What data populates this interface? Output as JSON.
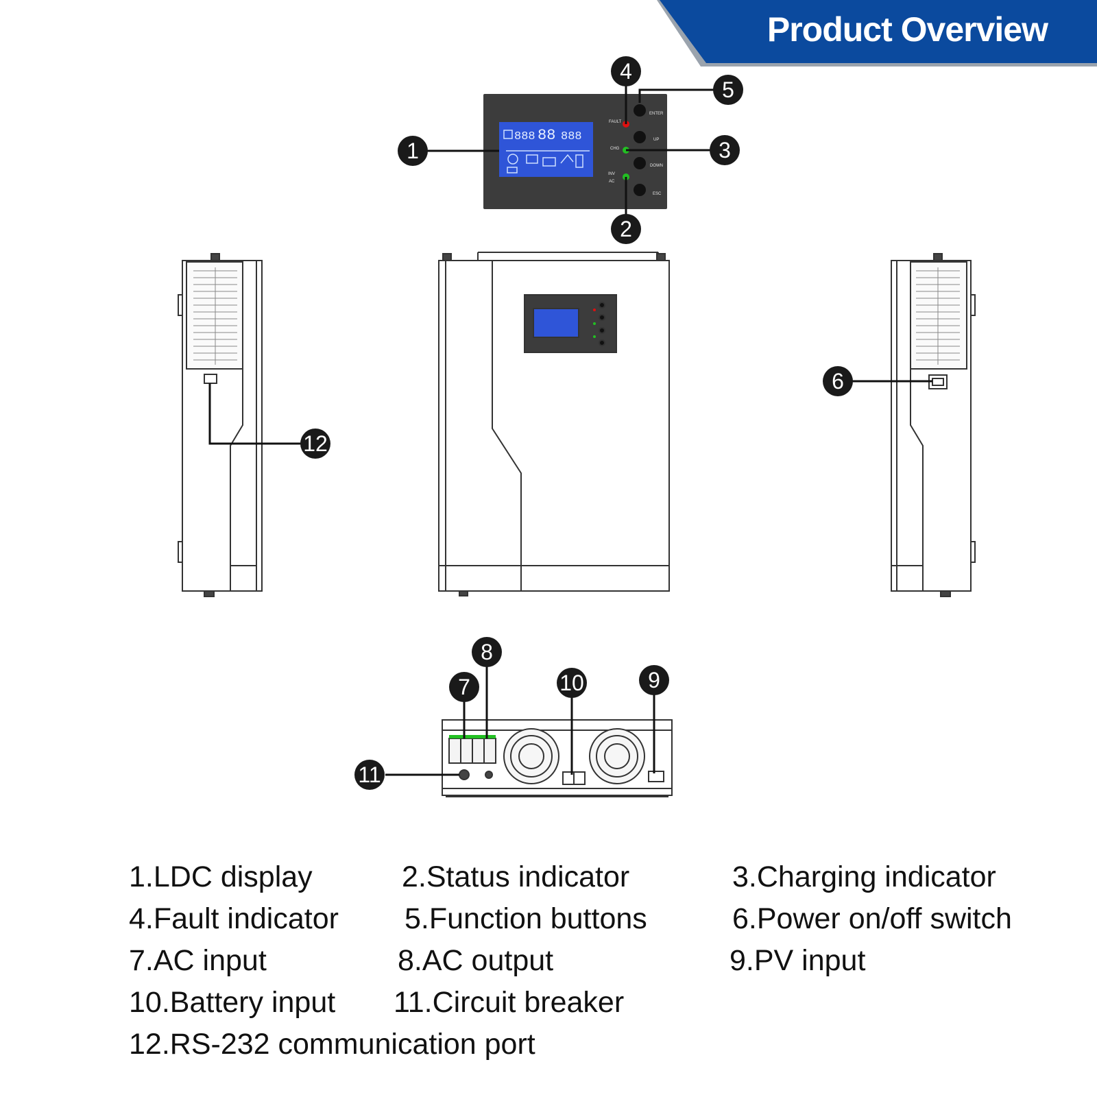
{
  "header": {
    "title": "Product Overview",
    "banner_color": "#0b4a9e"
  },
  "callouts": [
    "1",
    "2",
    "3",
    "4",
    "5",
    "6",
    "7",
    "8",
    "9",
    "10",
    "11",
    "12"
  ],
  "legend": [
    "1.LDC display",
    "2.Status indicator",
    "3.Charging indicator",
    "4.Fault indicator",
    "5.Function buttons",
    "6.Power on/off switch",
    "7.AC input",
    "8.AC output",
    "9.PV input",
    "10.Battery input",
    "11.Circuit breaker",
    "12.RS-232 communication port"
  ],
  "colors": {
    "panel": "#3c3c3c",
    "lcd": "#2f55d8",
    "fault_led": "#e01010",
    "ok_led": "#22c022",
    "callout": "#1a1a1a"
  }
}
